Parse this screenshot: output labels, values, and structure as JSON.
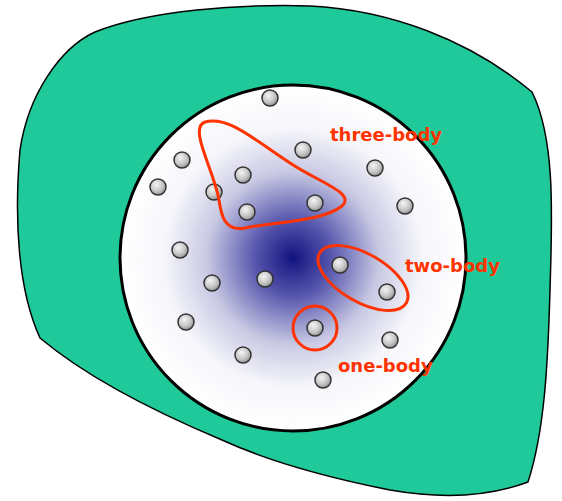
{
  "diagram": {
    "labels": [
      "three-body",
      "two-body",
      "one-body"
    ]
  }
}
